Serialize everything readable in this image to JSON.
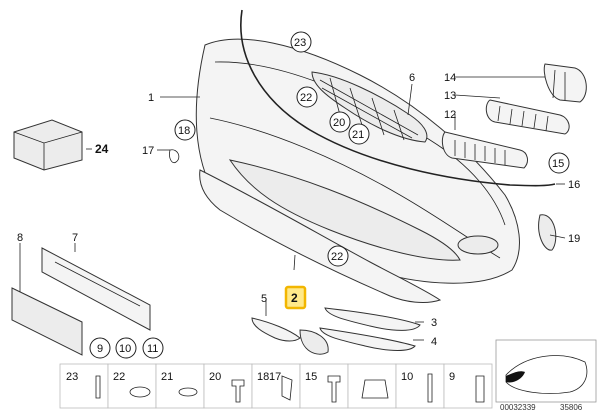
{
  "diagram": {
    "highlighted_label": "2",
    "labels": {
      "p1": "1",
      "p2": "2",
      "p3": "3",
      "p4": "4",
      "p5": "5",
      "p6": "6",
      "p7": "7",
      "p8": "8",
      "p12": "12",
      "p13": "13",
      "p14": "14",
      "p16": "16",
      "p17": "17",
      "p19": "19",
      "p24": "24"
    },
    "circled_labels": {
      "c9": "9",
      "c10": "10",
      "c11": "11",
      "c15": "15",
      "c18": "18",
      "c20": "20",
      "c21": "21",
      "c22a": "22",
      "c22b": "22",
      "c23": "23"
    },
    "legend": [
      "23",
      "22",
      "21",
      "20",
      "18",
      "15",
      "10",
      "9"
    ],
    "legend_extra": "17",
    "ref_numbers": [
      "00032339",
      "35806"
    ]
  }
}
